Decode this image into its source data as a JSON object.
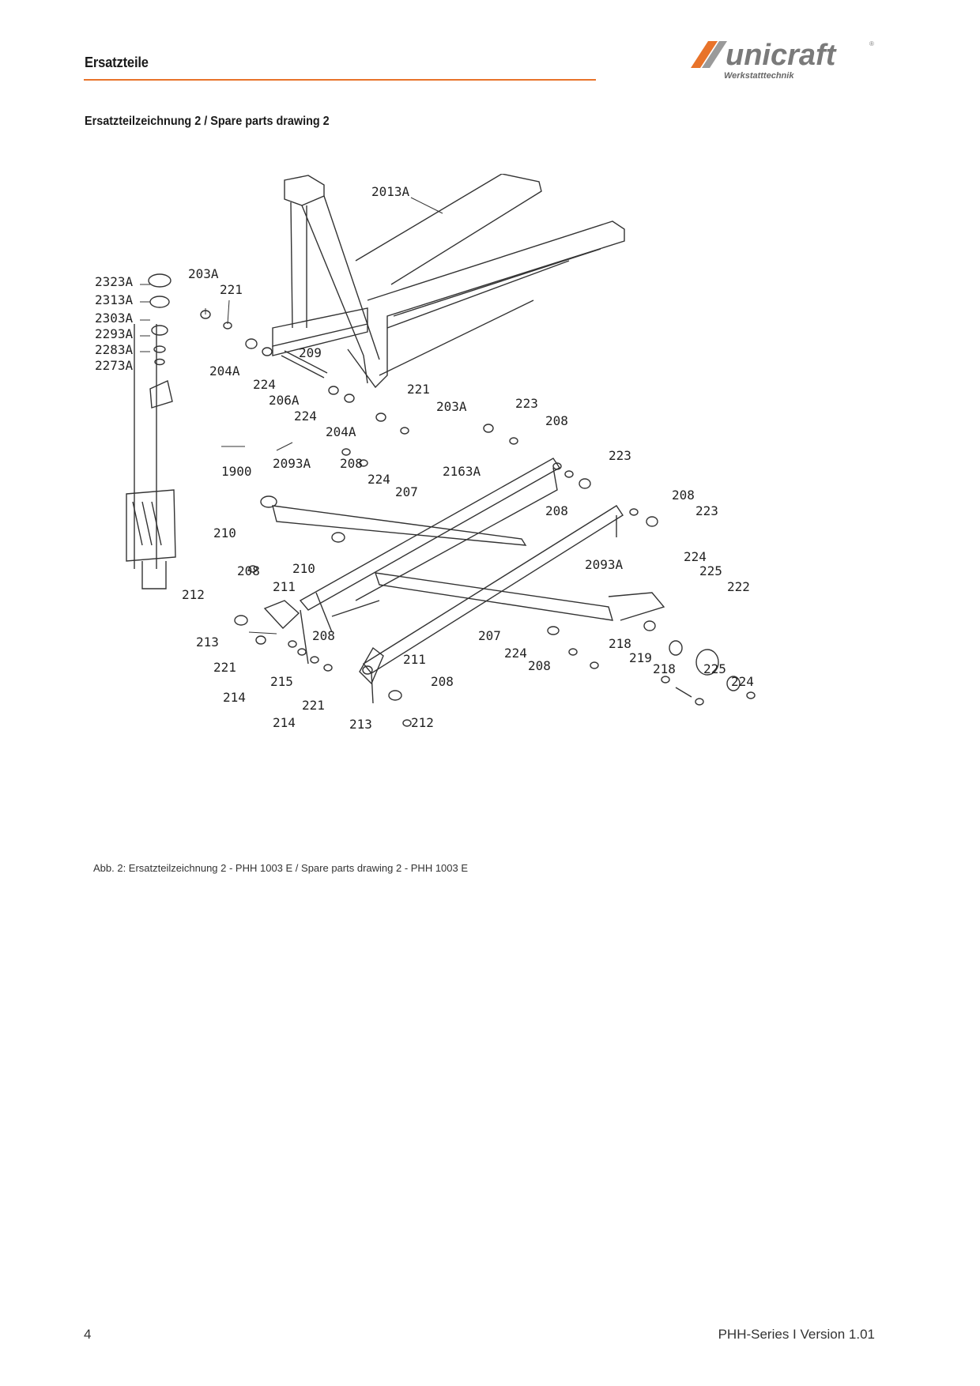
{
  "header": {
    "title": "Ersatzteile",
    "accent_color": "#e8732a"
  },
  "logo": {
    "name": "unicraft",
    "subtitle": "Werkstatttechnik",
    "icon": "unicraft-logo-icon"
  },
  "section": {
    "title": "Ersatzteilzeichnung 2 / Spare parts drawing 2"
  },
  "drawing": {
    "part_labels": [
      "2013A",
      "2323A",
      "2313A",
      "2303A",
      "2293A",
      "2283A",
      "2273A",
      "203A",
      "221",
      "204A",
      "224",
      "209",
      "206A",
      "224",
      "204A",
      "221",
      "203A",
      "223",
      "208",
      "1900",
      "2093A",
      "208",
      "224",
      "207",
      "2163A",
      "223",
      "208",
      "208",
      "223",
      "210",
      "210",
      "208",
      "211",
      "212",
      "213",
      "221",
      "214",
      "215",
      "208",
      "214",
      "221",
      "213",
      "212",
      "208",
      "211",
      "2093A",
      "224",
      "225",
      "222",
      "207",
      "224",
      "208",
      "218",
      "219",
      "218",
      "225",
      "224"
    ]
  },
  "caption": "Abb. 2: Ersatzteilzeichnung 2 - PHH 1003 E / Spare parts drawing 2 - PHH 1003 E",
  "footer": {
    "page_number": "4",
    "series_version": "PHH-Series I Version 1.01"
  }
}
